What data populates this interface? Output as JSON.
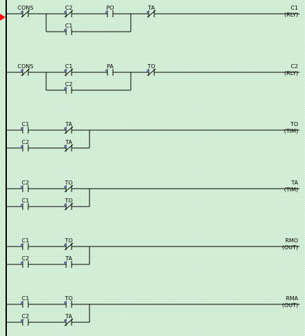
{
  "rungs": [
    {
      "coil": {
        "name": "C1",
        "type": "(RLY)"
      },
      "main": [
        {
          "label": "CONS",
          "kind": "NC"
        },
        {
          "label": "C2",
          "kind": "NC"
        },
        {
          "label": "PO",
          "kind": "NO"
        },
        {
          "label": "TA",
          "kind": "NC"
        }
      ],
      "branch": {
        "label": "C1",
        "kind": "NO",
        "spans": 3
      }
    },
    {
      "coil": {
        "name": "C2",
        "type": "(RLY)"
      },
      "main": [
        {
          "label": "CONS",
          "kind": "NC"
        },
        {
          "label": "C1",
          "kind": "NC"
        },
        {
          "label": "PA",
          "kind": "NO"
        },
        {
          "label": "TO",
          "kind": "NC"
        }
      ],
      "branch": {
        "label": "C2",
        "kind": "NO",
        "spans": 3
      }
    },
    {
      "coil": {
        "name": "TO",
        "type": "(TIM)"
      },
      "main": [
        {
          "label": "C1",
          "kind": "NO"
        },
        {
          "label": "TA",
          "kind": "NC"
        }
      ],
      "branch2": [
        {
          "label": "C2",
          "kind": "NO"
        },
        {
          "label": "TA",
          "kind": "NC"
        }
      ]
    },
    {
      "coil": {
        "name": "TA",
        "type": "(TIM)"
      },
      "main": [
        {
          "label": "C2",
          "kind": "NO"
        },
        {
          "label": "TO",
          "kind": "NC"
        }
      ],
      "branch2": [
        {
          "label": "C1",
          "kind": "NO"
        },
        {
          "label": "TO",
          "kind": "NC"
        }
      ]
    },
    {
      "coil": {
        "name": "RMO",
        "type": "(OUT)"
      },
      "main": [
        {
          "label": "C1",
          "kind": "NO"
        },
        {
          "label": "TO",
          "kind": "NC"
        }
      ],
      "branch2": [
        {
          "label": "C2",
          "kind": "NO"
        },
        {
          "label": "TA",
          "kind": "NO"
        }
      ]
    },
    {
      "coil": {
        "name": "RMA",
        "type": "(OUT)"
      },
      "main": [
        {
          "label": "C1",
          "kind": "NO"
        },
        {
          "label": "TO",
          "kind": "NO"
        }
      ],
      "branch2": [
        {
          "label": "C2",
          "kind": "NO"
        },
        {
          "label": "TA",
          "kind": "NC"
        }
      ]
    }
  ],
  "colors": {
    "rail": "#000000",
    "wire": "#000000",
    "marker": "#ff0000",
    "contact_tick": "#0000cc"
  },
  "cursor_marker_icon": "red-triangle-pointer"
}
